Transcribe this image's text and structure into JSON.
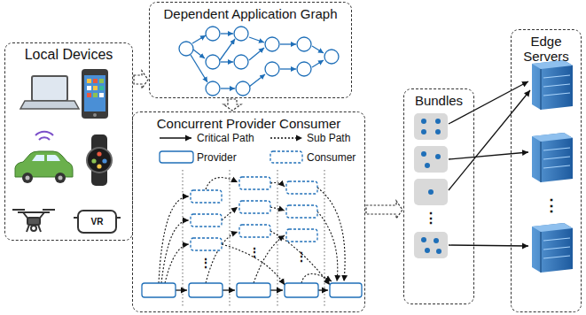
{
  "diagram": {
    "nodes": [
      {
        "text": [
          "Local Devices"
        ]
      },
      {
        "text": [
          "Dependent Application Graph"
        ]
      },
      {
        "text": [
          "Concurrent Provider Consumer"
        ]
      },
      {
        "text": [
          "Bundles"
        ]
      },
      {
        "text": [
          "Edge Servers"
        ]
      }
    ],
    "edges": [
      {
        "from": 0,
        "to": 1,
        "arrow": "to"
      },
      {
        "from": 1,
        "to": 2,
        "arrow": "to"
      },
      {
        "from": 2,
        "to": 3,
        "arrow": "to"
      }
    ],
    "labels": [
      "VR",
      "⋮",
      "⋮",
      "⋮",
      "⋮",
      "⋮"
    ],
    "legend": [
      {
        "text": "Critical Path"
      },
      {
        "text": "Sub Path"
      },
      {
        "text": "Provider"
      },
      {
        "text": "Consumer"
      }
    ]
  }
}
